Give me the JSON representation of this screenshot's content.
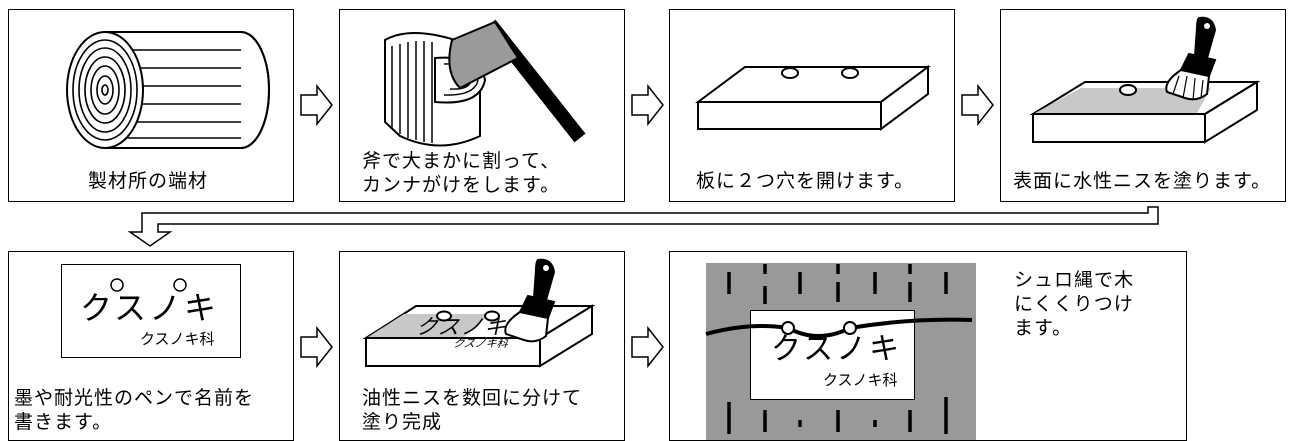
{
  "steps": [
    {
      "caption": "製材所の端材"
    },
    {
      "caption_line1": "斧で大まかに割って、",
      "caption_line2": "カンナがけをします。"
    },
    {
      "caption": "板に２つ穴を開けます。"
    },
    {
      "caption": "表面に水性ニスを塗ります。"
    },
    {
      "sign_main": "クスノキ",
      "sign_sub": "クスノキ科",
      "caption_line1": "墨や耐光性のペンで名前を",
      "caption_line2": "書きます。"
    },
    {
      "plank_text": "クスノキ",
      "plank_sub": "クスノキ科",
      "caption_line1": "油性ニスを数回に分けて",
      "caption_line2": "塗り完成"
    },
    {
      "sign_main": "クスノキ",
      "sign_sub": "クスノキ科",
      "caption_line1": "シュロ縄で木",
      "caption_line2": "にくくりつけ",
      "caption_line3": "ます。"
    }
  ],
  "colors": {
    "line": "#000000",
    "varnish": "#c8c8c8",
    "bark": "#999999"
  }
}
